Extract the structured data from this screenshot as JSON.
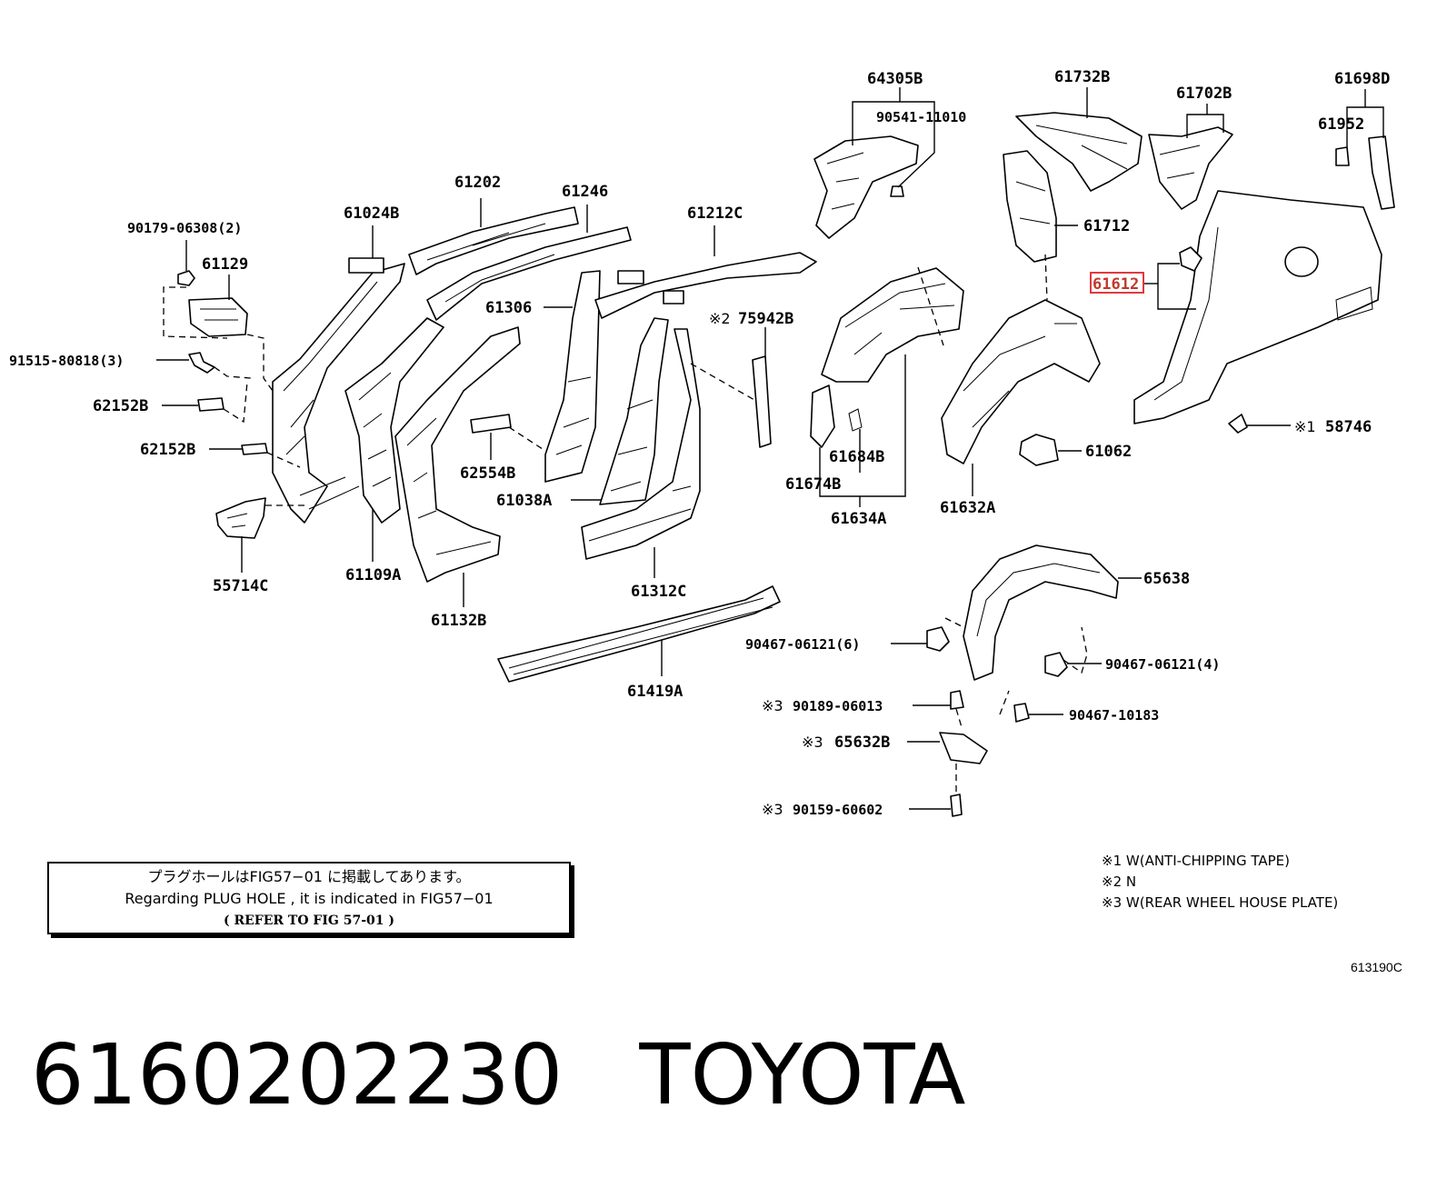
{
  "labels": {
    "p64305B": "64305B",
    "p90541_11010": "90541-11010",
    "p61732B": "61732B",
    "p61702B": "61702B",
    "p61698D": "61698D",
    "p61952": "61952",
    "p61712": "61712",
    "p61612": "61612",
    "p58746": "58746",
    "p61062": "61062",
    "p61632A": "61632A",
    "p61684B": "61684B",
    "p61674B": "61674B",
    "p61634A": "61634A",
    "p75942B": "75942B",
    "p61212C": "61212C",
    "p61246": "61246",
    "p61202": "61202",
    "p61024B": "61024B",
    "p90179_06308": "90179-06308(2)",
    "p61129": "61129",
    "p91515_80818": "91515-80818(3)",
    "p62152B_1": "62152B",
    "p62152B_2": "62152B",
    "p55714C": "55714C",
    "p61109A": "61109A",
    "p61132B": "61132B",
    "p61306": "61306",
    "p62554B": "62554B",
    "p61038A": "61038A",
    "p61312C": "61312C",
    "p61419A": "61419A",
    "p65638": "65638",
    "p90467_06121_6": "90467-06121(6)",
    "p90467_06121_4": "90467-06121(4)",
    "p90189_06013": "90189-06013",
    "p90467_10183": "90467-10183",
    "p65632B": "65632B",
    "p90159_60602": "90159-60602"
  },
  "marks": {
    "m1": "※1",
    "m2": "※2",
    "m3": "※3"
  },
  "highlighted_part": "61612",
  "highlight_color": "#e0393e",
  "notice": {
    "line1": "プラグホールはFIG57−01 に掲載してあります。",
    "line2": "Regarding  PLUG  HOLE  , it  is  indicated  in  FIG57−01",
    "line3": "(     REFER  TO  FIG  57-01    )"
  },
  "legend": {
    "l1": "※1 W(ANTI-CHIPPING TAPE)",
    "l2": "※2 N",
    "l3": "※3 W(REAR WHEEL HOUSE PLATE)"
  },
  "figure_code": "613190C",
  "footer": {
    "part_number": "6160202230",
    "brand": "TOYOTA"
  }
}
